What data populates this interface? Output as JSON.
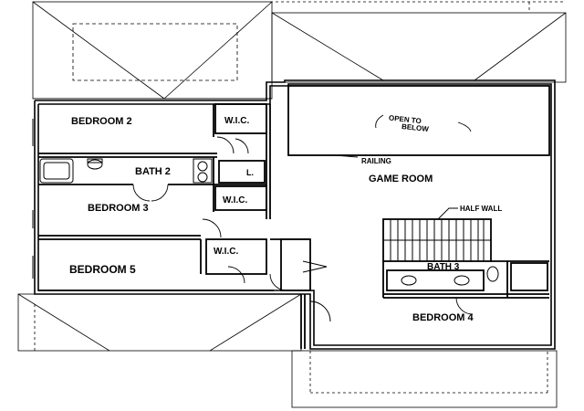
{
  "rooms": {
    "bedroom2": "BEDROOM 2",
    "wic_top": "W.I.C.",
    "bath2": "BATH 2",
    "wic_mid": "W.I.C.",
    "bedroom3": "BEDROOM 3",
    "wic_low": "W.I.C.",
    "bedroom5": "BEDROOM 5",
    "game_room": "GAME ROOM",
    "bath3": "BATH 3",
    "bedroom4": "BEDROOM 4",
    "linen": "L."
  },
  "notes": {
    "open_line1": "OPEN TO",
    "open_line2": "BELOW",
    "railing": "RAILING",
    "half_wall": "HALF WALL"
  }
}
